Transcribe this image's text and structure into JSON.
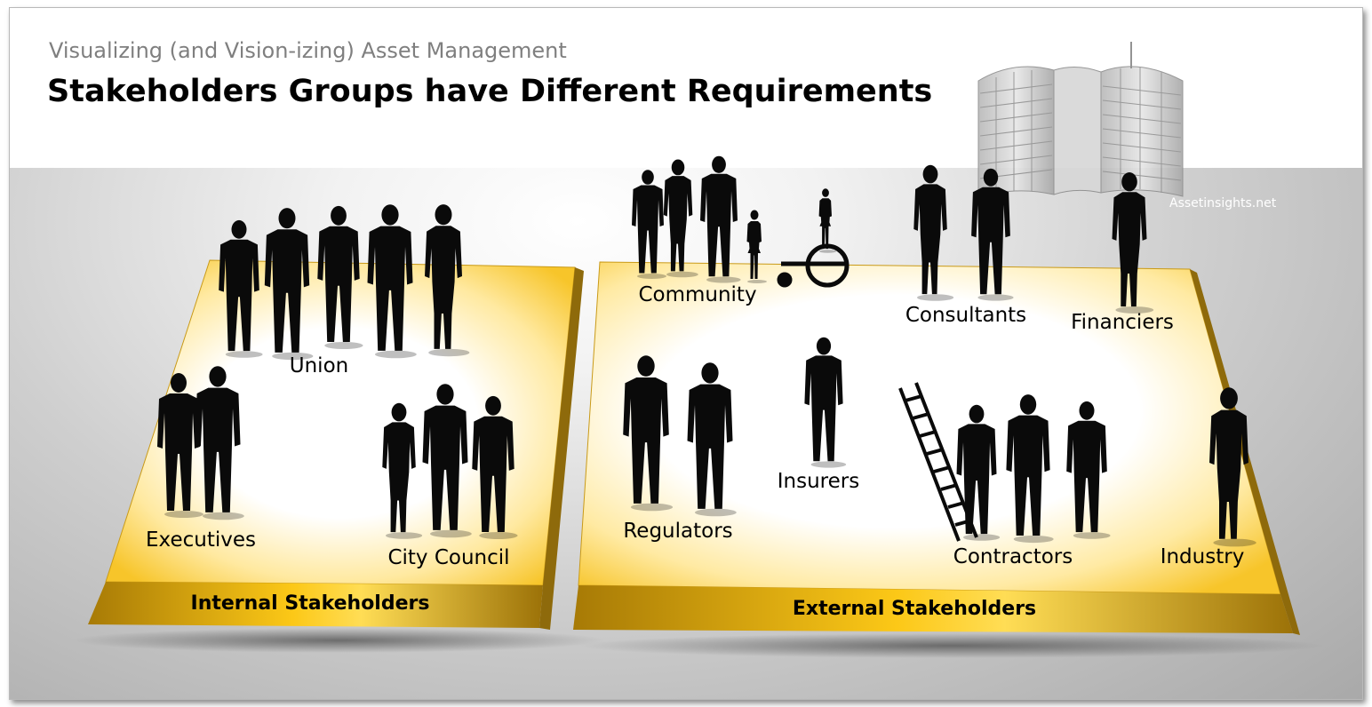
{
  "header": {
    "subtitle": "Visualizing (and Vision-izing) Asset Management",
    "title": "Stakeholders Groups have Different Requirements"
  },
  "credit": "Assetinsights.net",
  "platforms": {
    "internal": {
      "label": "Internal Stakeholders",
      "groups": [
        "Union",
        "Executives",
        "City Council"
      ]
    },
    "external": {
      "label": "External Stakeholders",
      "groups": [
        "Community",
        "Consultants",
        "Financiers",
        "Regulators",
        "Insurers",
        "Contractors",
        "Industry"
      ]
    }
  },
  "colors": {
    "gold_light": "#fff4c2",
    "gold": "#f9c61f",
    "gold_dark": "#a97d09",
    "silhouette": "#0a0a0a"
  }
}
